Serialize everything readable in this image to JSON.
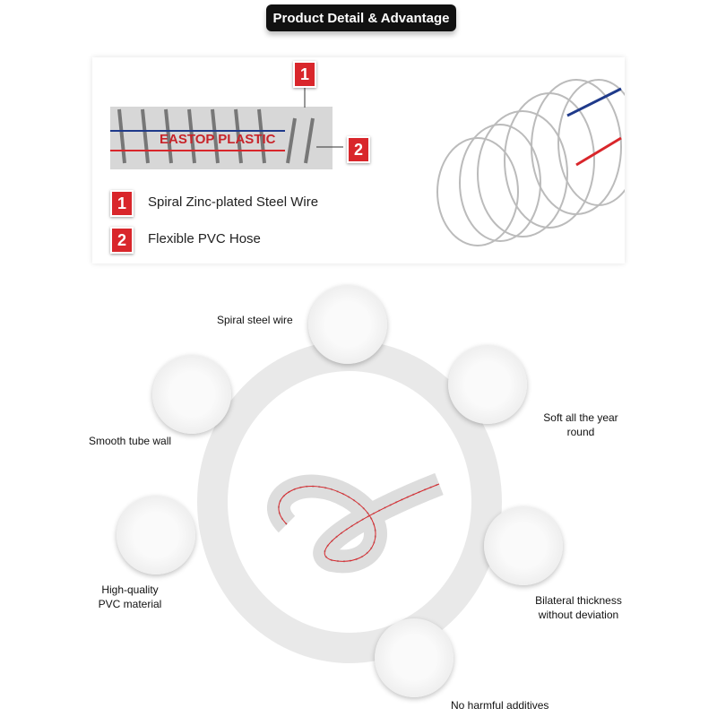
{
  "header": {
    "title": "Product Detail & Advantage"
  },
  "diagram": {
    "brand_text": "EASTOP PLASTIC",
    "callouts": [
      {
        "number": "1",
        "label": "Spiral Zinc-plated Steel Wire"
      },
      {
        "number": "2",
        "label": "Flexible PVC Hose"
      }
    ]
  },
  "features": [
    {
      "label": "Spiral steel wire"
    },
    {
      "label": "Soft all the year round"
    },
    {
      "label": "Smooth tube wall"
    },
    {
      "label": "Bilateral thickness without deviation"
    },
    {
      "label": "High-quality PVC material"
    },
    {
      "label": "No harmful additives"
    }
  ],
  "colors": {
    "accent": "#d9262b",
    "blue_line": "#1f3a8a"
  }
}
